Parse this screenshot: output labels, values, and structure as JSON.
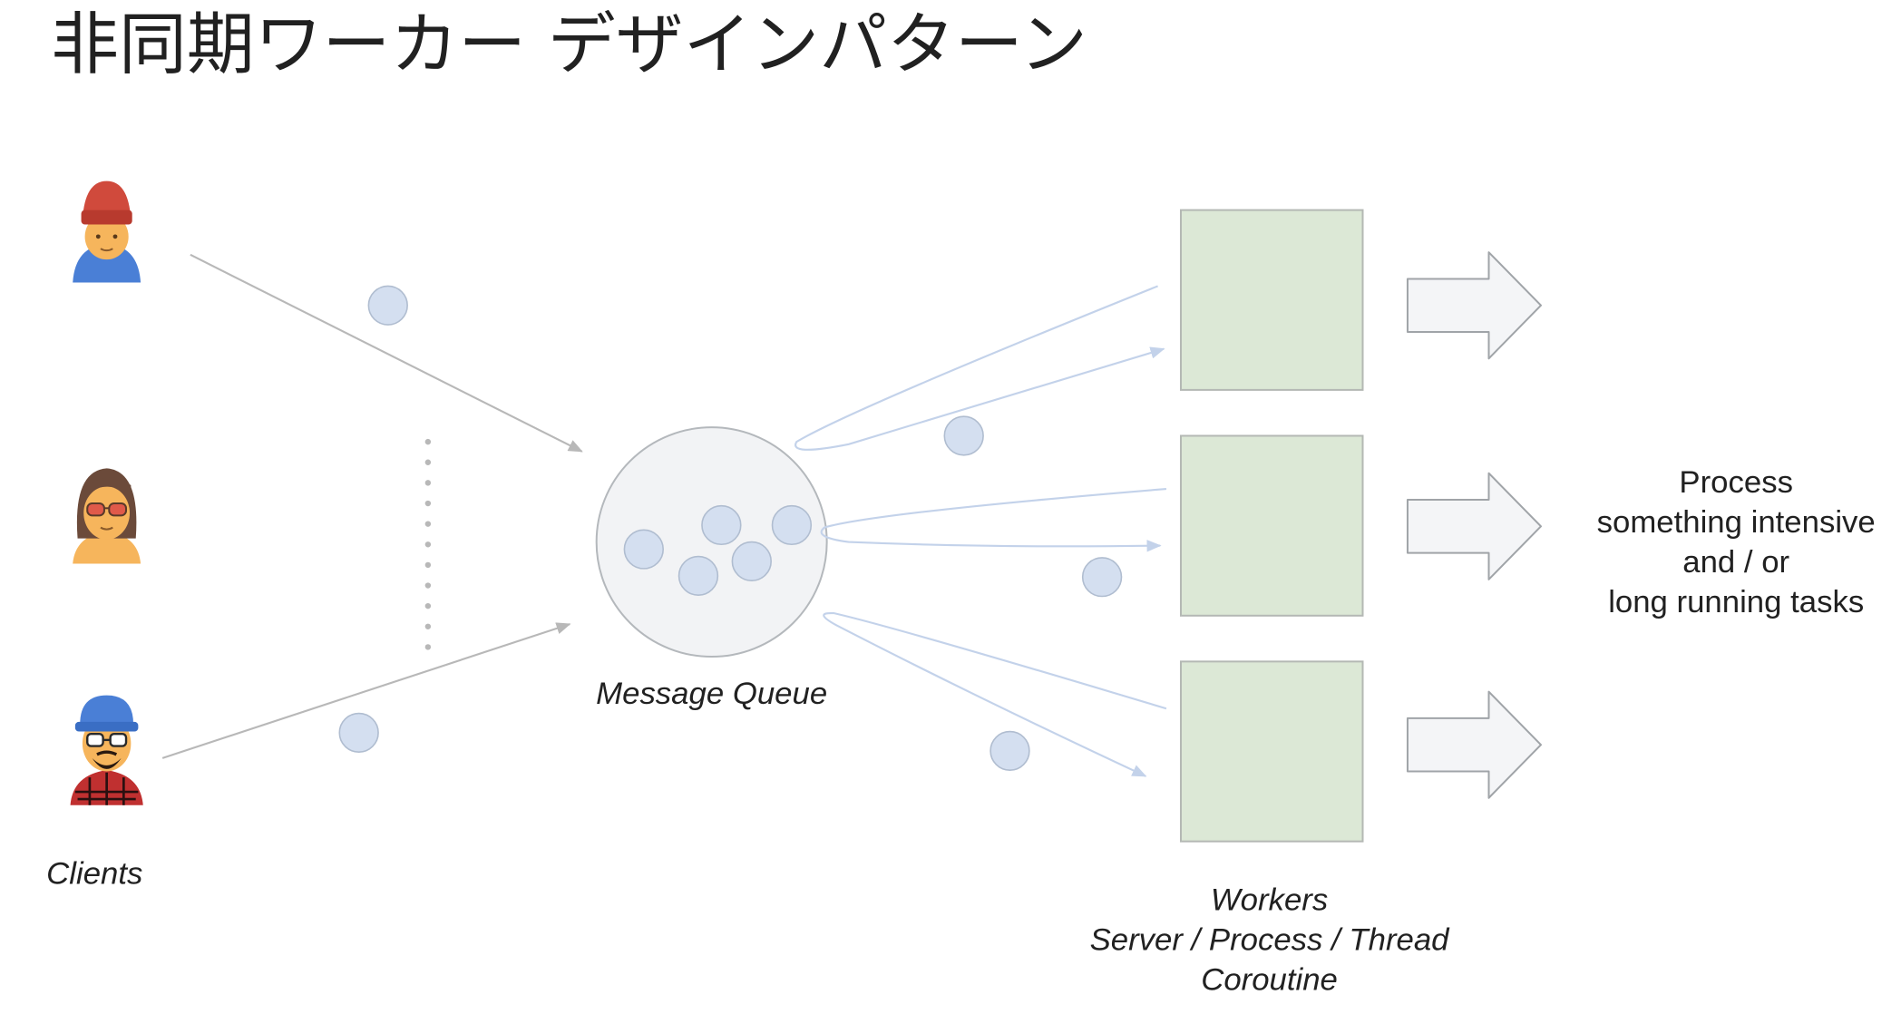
{
  "title": "非同期ワーカー デザインパターン",
  "clients": {
    "label": "Clients",
    "avatars": [
      "red-beanie-avatar",
      "sunglasses-avatar",
      "blue-cap-avatar"
    ]
  },
  "queue": {
    "label": "Message Queue"
  },
  "workers": {
    "lines": [
      "Workers",
      "Server / Process / Thread",
      "Coroutine"
    ]
  },
  "process": {
    "lines": [
      "Process",
      "something intensive",
      "and / or",
      "long running tasks"
    ]
  },
  "colors": {
    "message": "#d4dff0",
    "message_stroke": "#b0bdd0",
    "worker_fill": "#dce8d6",
    "worker_stroke": "#b4b8b4",
    "queue_fill": "#f2f3f5",
    "arrow_gray": "#b8b8b8",
    "arrow_blue": "#c3d2ea",
    "output_arrow_fill": "#f4f5f7",
    "output_arrow_stroke": "#a0a4a8"
  }
}
